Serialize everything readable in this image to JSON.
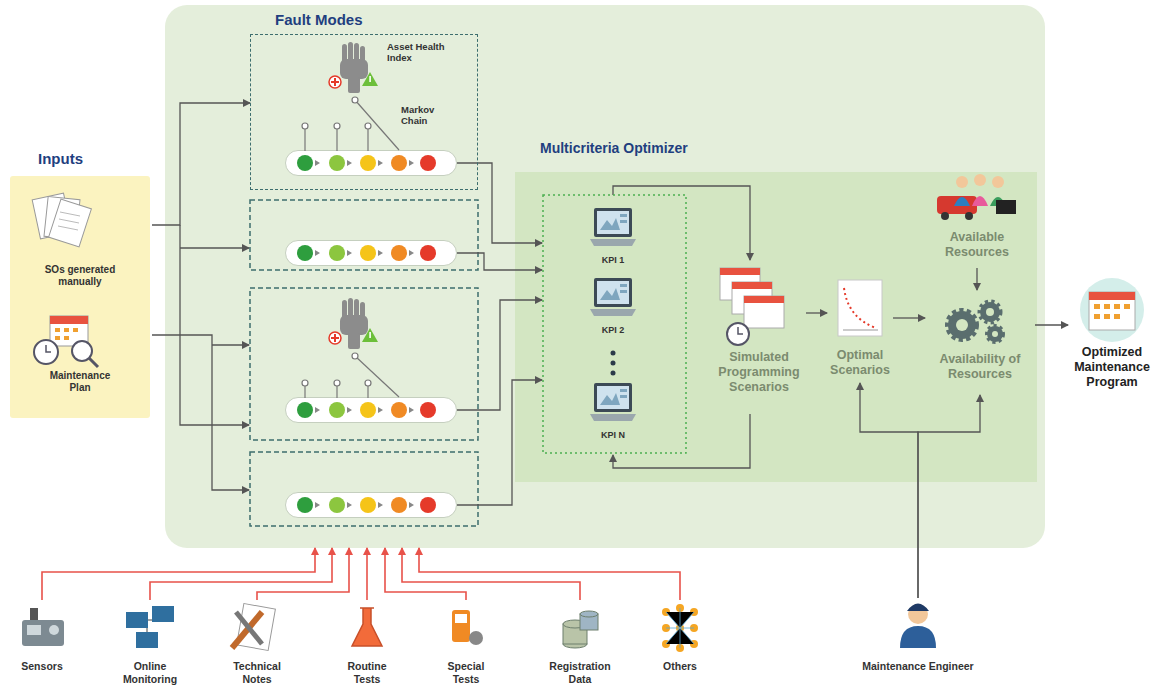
{
  "diagram": {
    "nodes": [
      {
        "text": [
          "Inputs"
        ]
      },
      {
        "text": [
          "SOs generated manually"
        ],
        "in": 0
      },
      {
        "text": [
          "Maintenance Plan"
        ],
        "in": 0
      },
      {
        "text": [
          "Fault Modes"
        ]
      },
      {
        "text": [
          "Asset Health Index",
          "Markov Chain"
        ],
        "in": 3
      },
      {
        "text": [
          "Multicriteria Optimizer"
        ],
        "in": 3
      },
      {
        "text": [
          "KPI 1"
        ],
        "in": 5
      },
      {
        "text": [
          "KPI 2"
        ],
        "in": 5
      },
      {
        "text": [
          "KPI N"
        ],
        "in": 5
      },
      {
        "text": [
          "Simulated Programming Scenarios"
        ],
        "in": 5
      },
      {
        "text": [
          "Optimal Scenarios"
        ],
        "in": 5
      },
      {
        "text": [
          "Available Resources"
        ],
        "in": 5
      },
      {
        "text": [
          "Availability of Resources"
        ],
        "in": 5
      },
      {
        "text": [
          "Optimized Maintenance Program"
        ]
      },
      {
        "text": [
          "Sensors"
        ]
      },
      {
        "text": [
          "Online Monitoring"
        ]
      },
      {
        "text": [
          "Technical Notes"
        ]
      },
      {
        "text": [
          "Routine Tests"
        ]
      },
      {
        "text": [
          "Special Tests"
        ]
      },
      {
        "text": [
          "Registration Data"
        ]
      },
      {
        "text": [
          "Others"
        ]
      },
      {
        "text": [
          "Maintenance Engineer"
        ]
      }
    ],
    "edges": [
      {
        "from": 0,
        "to": 4,
        "arrow": "to"
      },
      {
        "from": 9,
        "to": 10,
        "arrow": "to"
      },
      {
        "from": 10,
        "to": 12,
        "arrow": "to"
      },
      {
        "from": 11,
        "to": 12,
        "arrow": "to"
      },
      {
        "from": 12,
        "to": 13,
        "arrow": "to"
      },
      {
        "from": 21,
        "to": 10,
        "arrow": "to"
      },
      {
        "from": 21,
        "to": 12,
        "arrow": "to"
      },
      {
        "from": 14,
        "to": 3,
        "arrow": "to"
      },
      {
        "from": 15,
        "to": 3,
        "arrow": "to"
      },
      {
        "from": 16,
        "to": 3,
        "arrow": "to"
      },
      {
        "from": 17,
        "to": 3,
        "arrow": "to"
      },
      {
        "from": 18,
        "to": 3,
        "arrow": "to"
      },
      {
        "from": 19,
        "to": 3,
        "arrow": "to"
      },
      {
        "from": 20,
        "to": 3,
        "arrow": "to"
      }
    ]
  }
}
